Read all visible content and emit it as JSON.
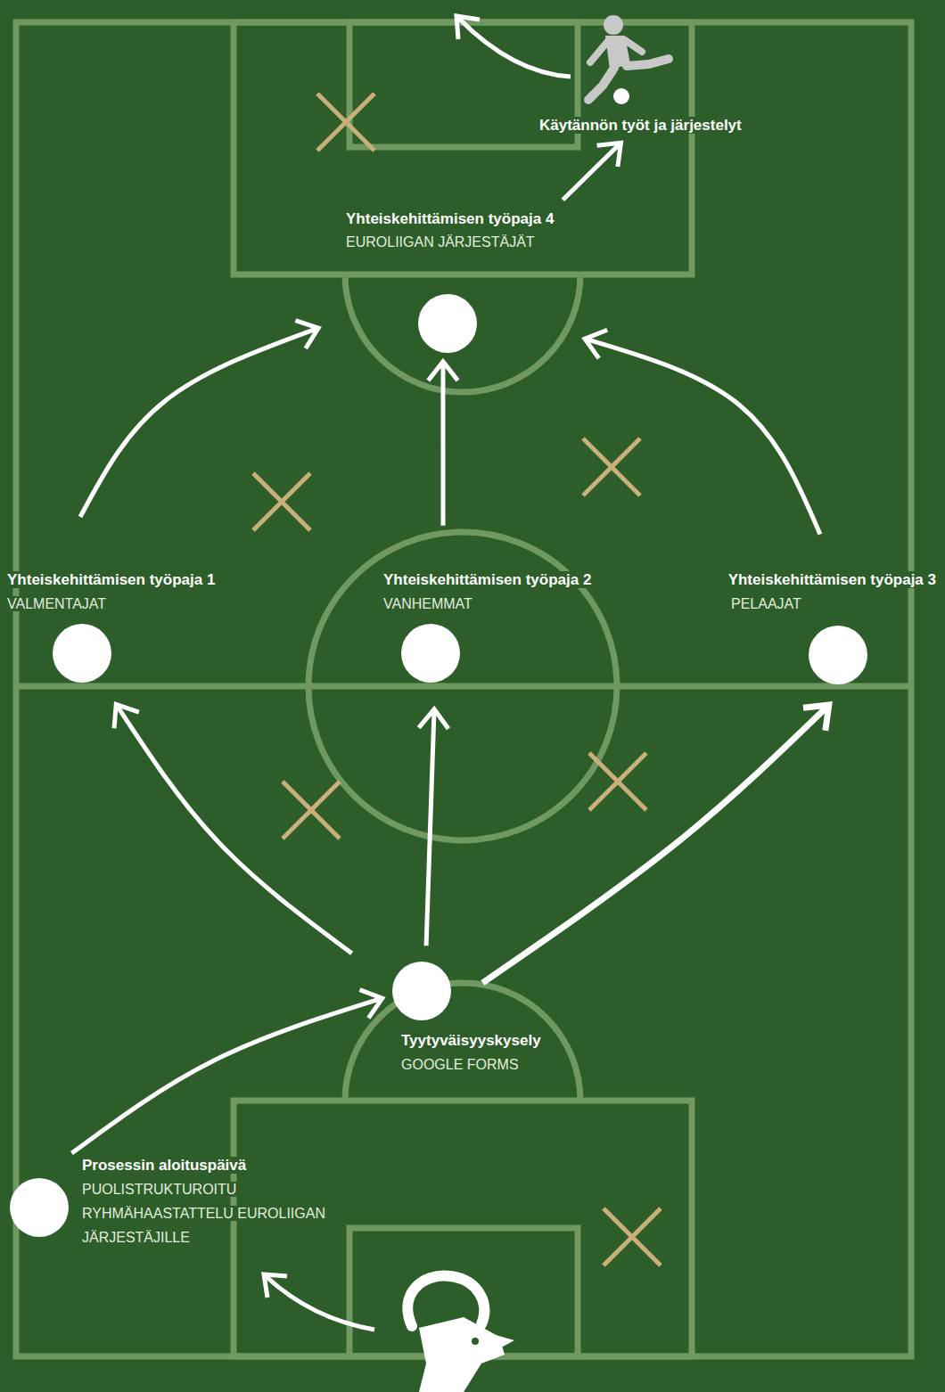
{
  "diagram": {
    "nodes": [
      {
        "text": [
          "Prosessin aloituspäivä",
          "PUOLISTRUKTUROITU RYHMÄHAASTATTELU EUROLIIGAN JÄRJESTÄJILLE"
        ]
      },
      {
        "text": [
          "Tyytyväisyyskysely",
          "GOOGLE FORMS"
        ]
      },
      {
        "text": [
          "Yhteiskehittämisen työpaja 1",
          "VALMENTAJAT"
        ]
      },
      {
        "text": [
          "Yhteiskehittämisen työpaja 2",
          "VANHEMMAT"
        ]
      },
      {
        "text": [
          "Yhteiskehittämisen työpaja 3",
          "PELAAJAT"
        ]
      },
      {
        "text": [
          "Yhteiskehittämisen työpaja 4",
          "EUROLIIGAN JÄRJESTÄJÄT"
        ]
      },
      {
        "text": [
          "Käytännön työt ja järjestelyt"
        ]
      }
    ],
    "edges": [
      {
        "from": 0,
        "to": 1,
        "arrow": "to"
      },
      {
        "from": 1,
        "to": 2,
        "arrow": "to"
      },
      {
        "from": 1,
        "to": 3,
        "arrow": "to"
      },
      {
        "from": 1,
        "to": 4,
        "arrow": "to"
      },
      {
        "from": 2,
        "to": 5,
        "arrow": "to"
      },
      {
        "from": 3,
        "to": 5,
        "arrow": "to"
      },
      {
        "from": 4,
        "to": 5,
        "arrow": "to"
      },
      {
        "from": 5,
        "to": 6,
        "arrow": "to"
      }
    ]
  }
}
